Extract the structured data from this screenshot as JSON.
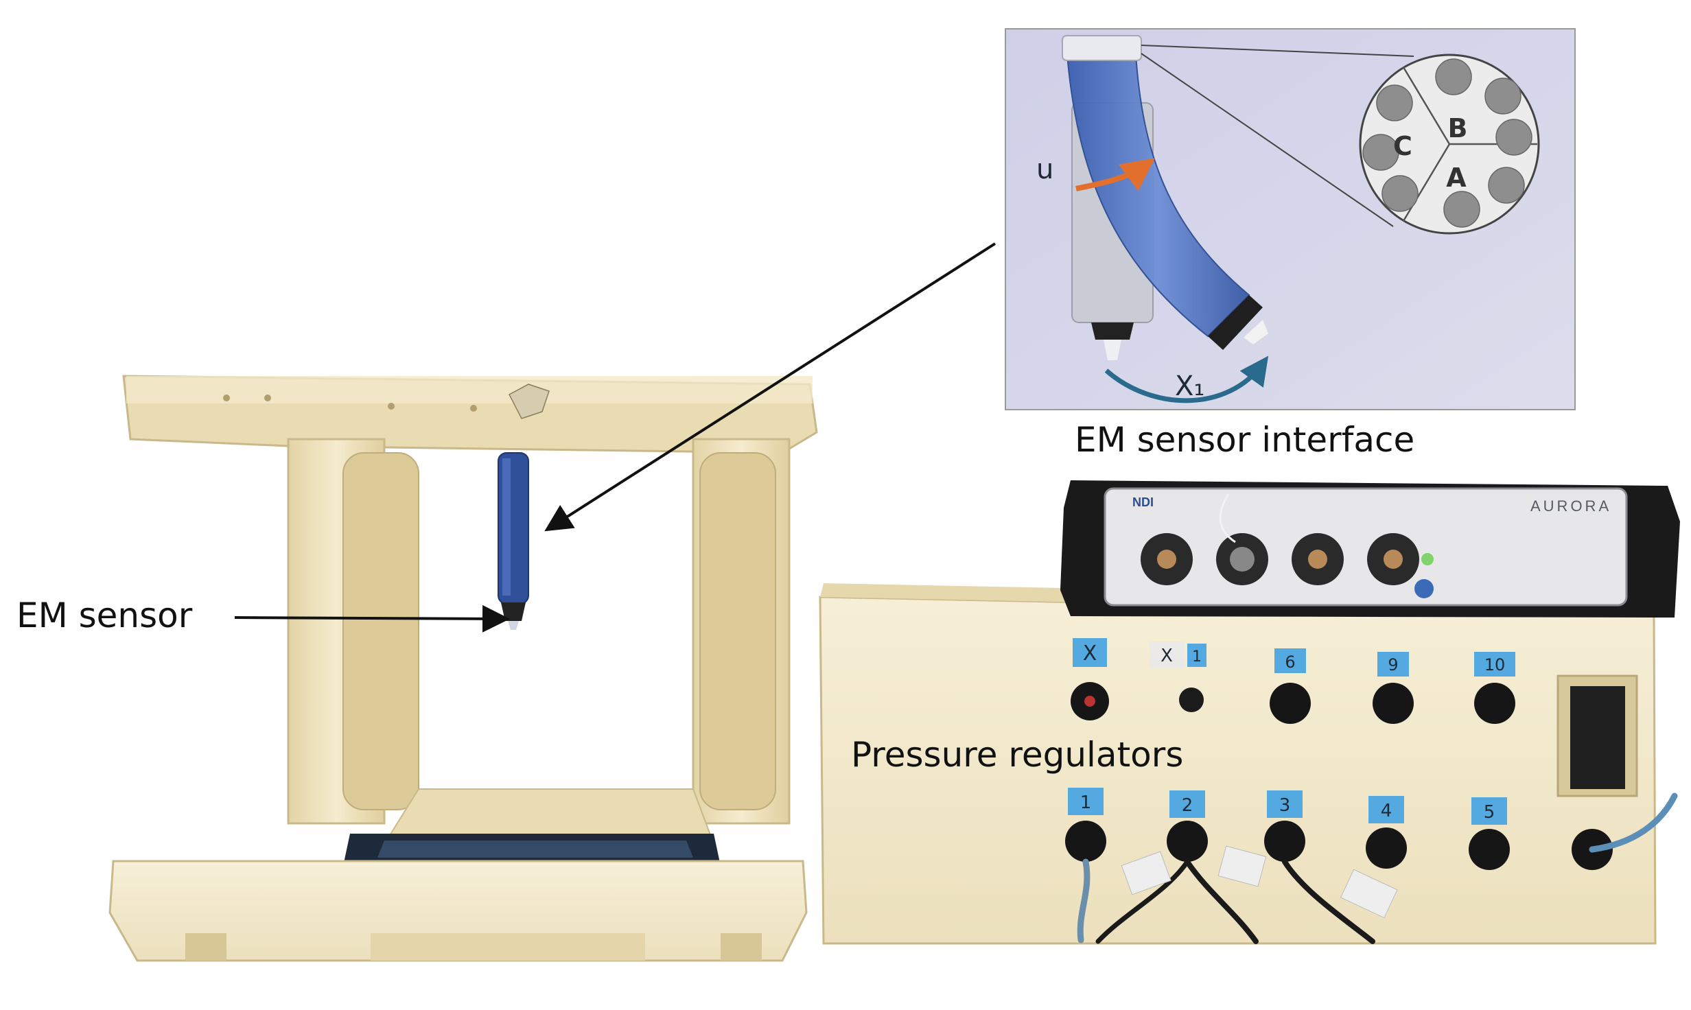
{
  "labels": {
    "em_sensor": "EM sensor",
    "em_sensor_interface": "EM sensor interface",
    "pressure_regulators": "Pressure regulators"
  },
  "inset": {
    "input_symbol": "u",
    "output_symbol": "X₁",
    "chambers": [
      "A",
      "B",
      "C"
    ]
  },
  "device": {
    "brand_left": "NDI",
    "brand_right": "AURORA"
  },
  "port_tags": {
    "top_row": [
      "X",
      "X",
      "1",
      "6",
      "9",
      "10"
    ],
    "bottom_row": [
      "1",
      "2",
      "3",
      "4",
      "5"
    ]
  },
  "colors": {
    "frame": "#f1e6c3",
    "tube": "#4a6fbf",
    "arrow_input": "#e36f2c",
    "arrow_output": "#2a6a8c",
    "tag": "#54a9e0"
  }
}
